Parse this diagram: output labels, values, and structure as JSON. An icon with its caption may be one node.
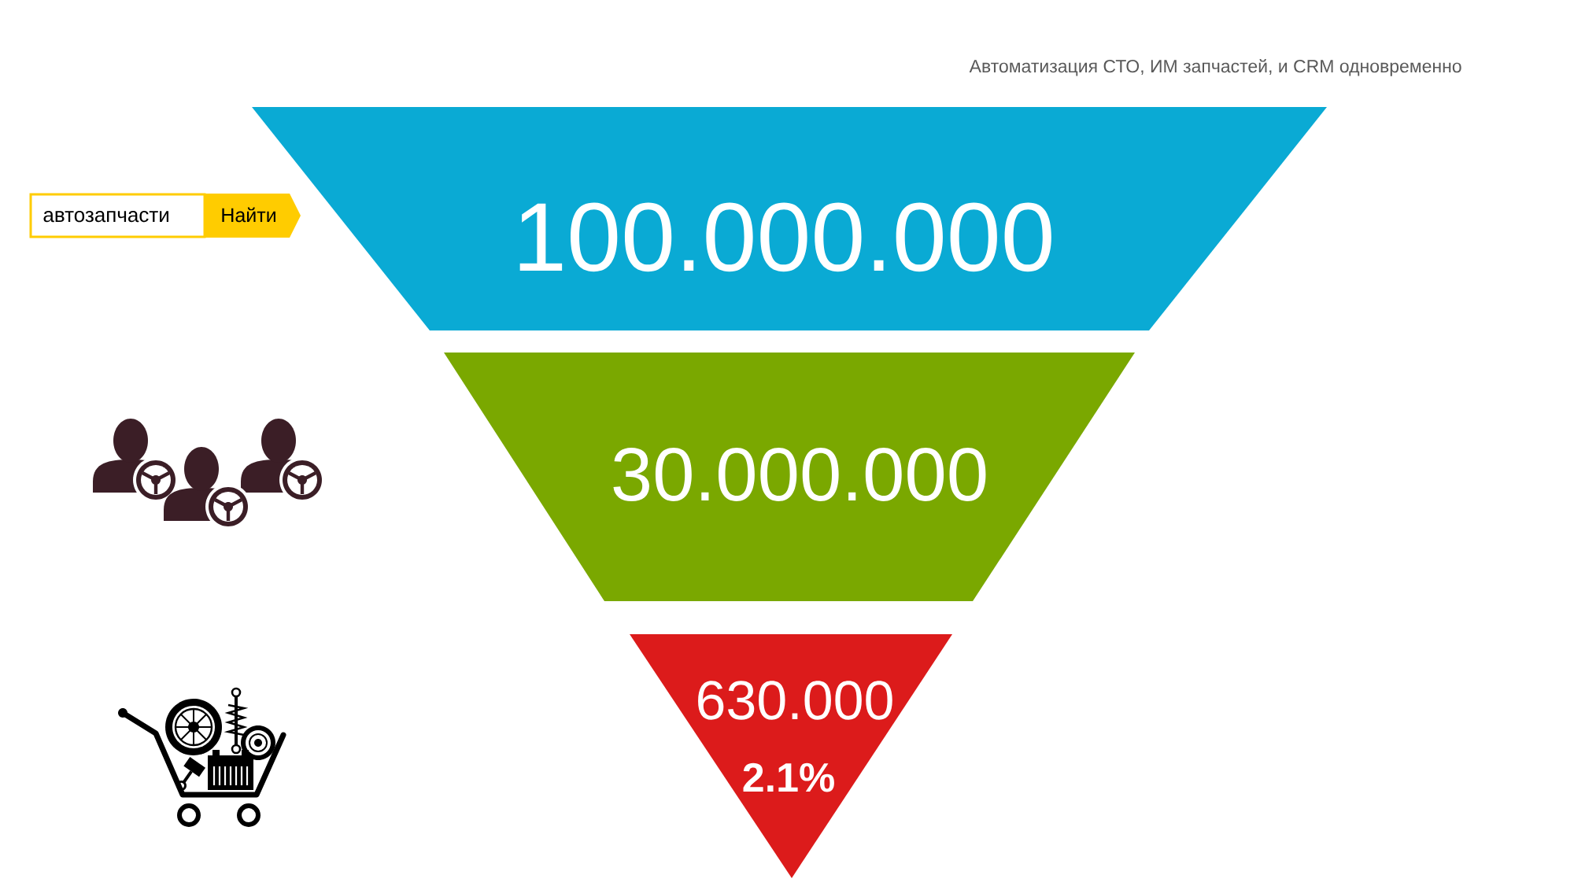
{
  "diagram": {
    "nodes": [
      {
        "text": [
          "100.000.000"
        ]
      },
      {
        "text": [
          "30.000.000"
        ]
      },
      {
        "text": [
          "630.000",
          "2.1%"
        ]
      },
      {
        "text": [
          "автозапчасти"
        ]
      },
      {
        "text": [
          "Найти"
        ]
      }
    ],
    "labels": [
      "Автоматизация СТО, ИМ запчастей, и CRM одновременно"
    ]
  }
}
